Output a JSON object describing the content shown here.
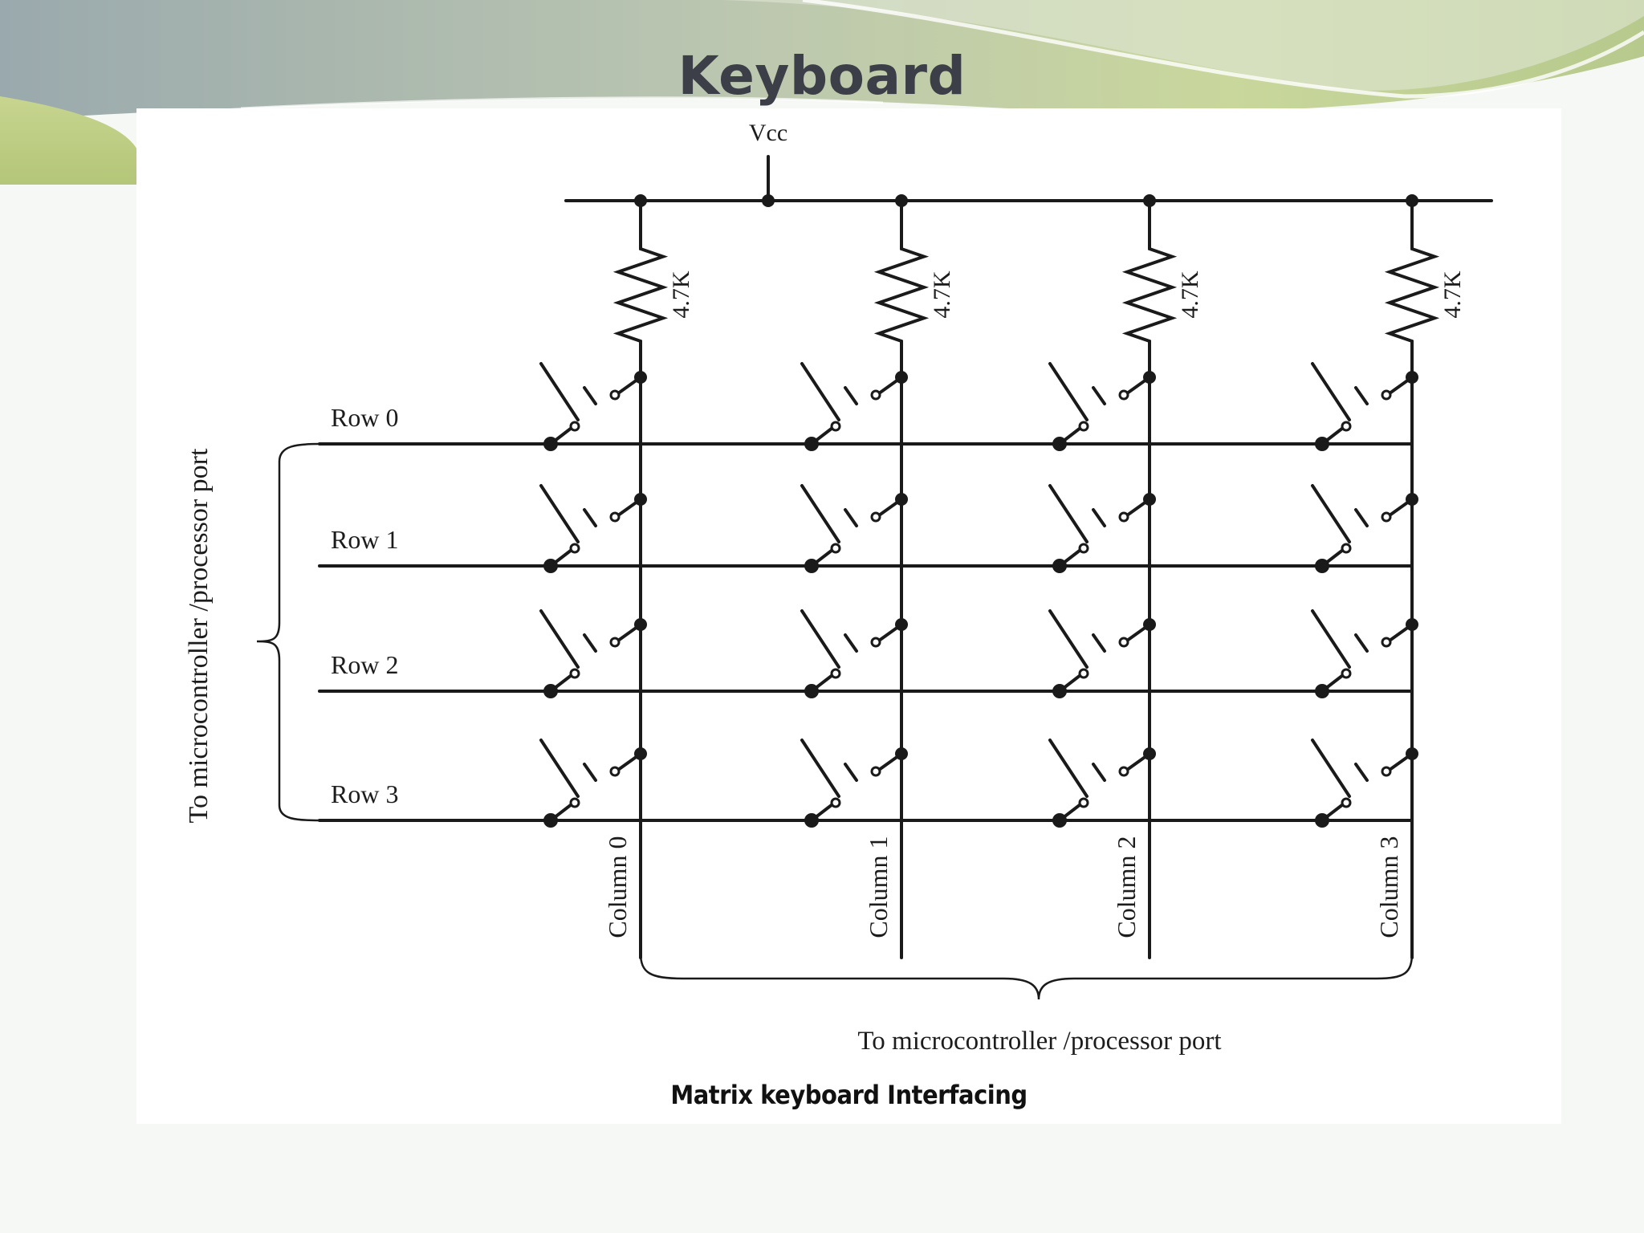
{
  "slide": {
    "title": "Keyboard"
  },
  "diagram": {
    "supply_label": "Vcc",
    "resistor_label": "4.7K",
    "rows": [
      "Row 0",
      "Row 1",
      "Row 2",
      "Row 3"
    ],
    "columns": [
      "Column 0",
      "Column 1",
      "Column 2",
      "Column 3"
    ],
    "row_port_label": "To microcontroller /processor port",
    "column_port_label": "To microcontroller /processor port",
    "caption": "Matrix keyboard Interfacing"
  },
  "colors": {
    "title": "#3d3f48",
    "banner_green": "#b9c98a",
    "banner_gray": "#a6b5ba",
    "wire": "#1a1a1a"
  }
}
